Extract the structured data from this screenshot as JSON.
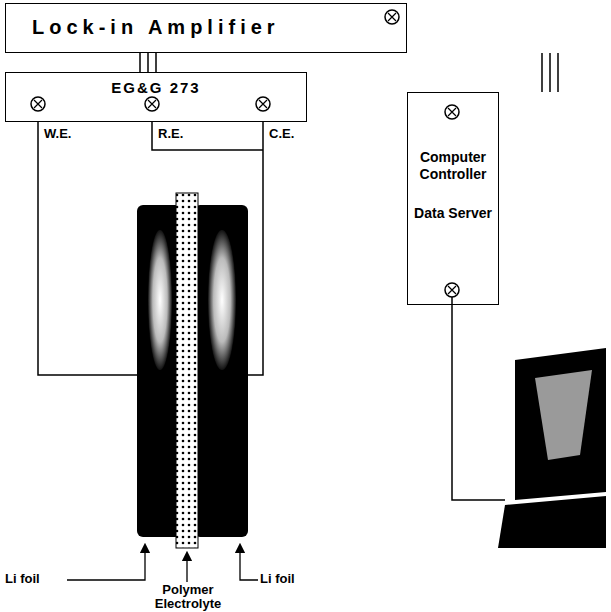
{
  "diagram": {
    "nodes": [
      {
        "text": [
          "Lock-in Amplifier"
        ]
      },
      {
        "text": [
          "EG&G 273"
        ]
      },
      {
        "text": [
          "Computer Controller",
          "Data Server"
        ]
      }
    ],
    "edges": [
      {
        "from": 0,
        "to": 1,
        "arrow": "none"
      },
      {
        "from": 0,
        "to": 2,
        "arrow": "none"
      }
    ],
    "labels": [
      "W.E.",
      "R.E.",
      "C.E.",
      "Li foil",
      "Polymer Electrolyte",
      "Li foil"
    ]
  }
}
